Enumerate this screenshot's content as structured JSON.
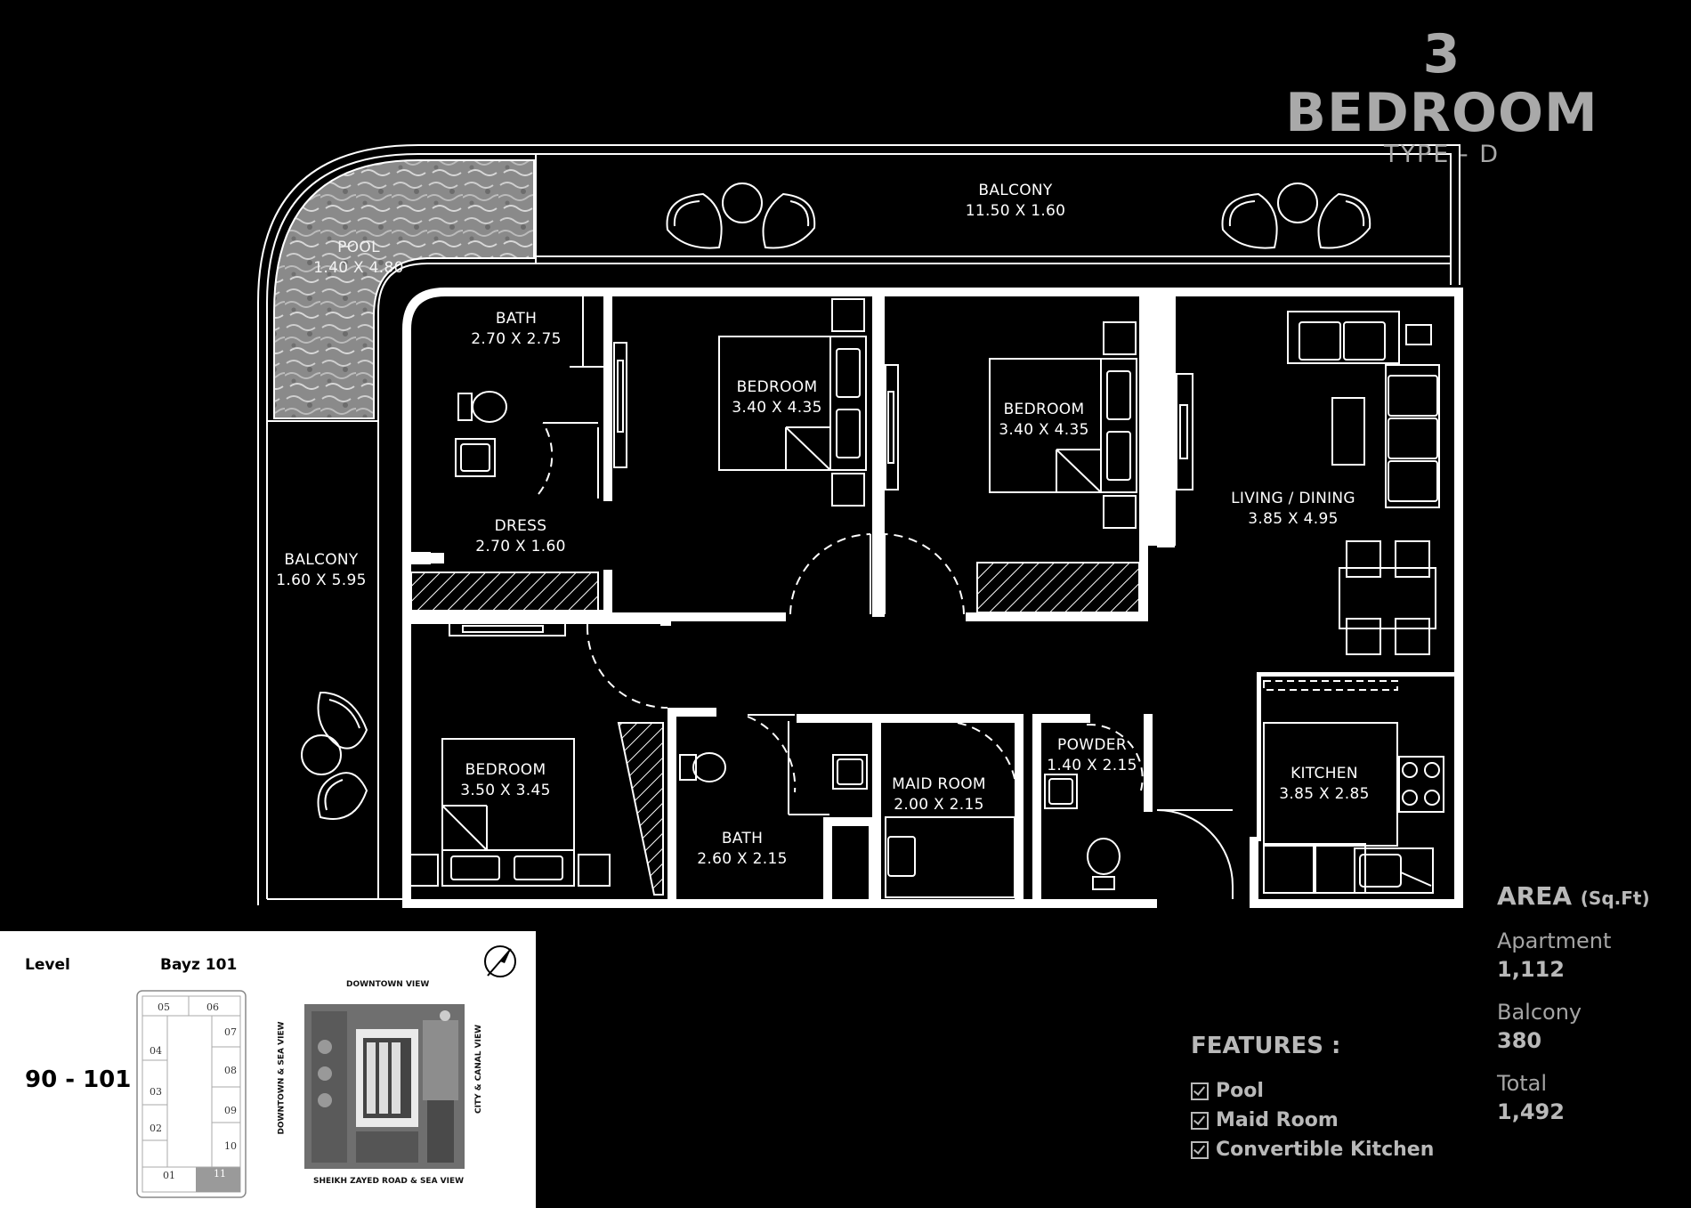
{
  "title": {
    "main": "3 BEDROOM",
    "sub": "TYPE - D"
  },
  "rooms": [
    {
      "id": "balcony-top",
      "name": "BALCONY",
      "dims": "11.50 X 1.60"
    },
    {
      "id": "pool",
      "name": "POOL",
      "dims": "1.40 X 4.80"
    },
    {
      "id": "bath-1",
      "name": "BATH",
      "dims": "2.70 X 2.75"
    },
    {
      "id": "bedroom-1",
      "name": "BEDROOM",
      "dims": "3.40 X 4.35"
    },
    {
      "id": "bedroom-2",
      "name": "BEDROOM",
      "dims": "3.40 X 4.35"
    },
    {
      "id": "living-dining",
      "name": "LIVING / DINING",
      "dims": "3.85 X 4.95"
    },
    {
      "id": "dress",
      "name": "DRESS",
      "dims": "2.70 X 1.60"
    },
    {
      "id": "balcony-left",
      "name": "BALCONY",
      "dims": "1.60 X 5.95"
    },
    {
      "id": "bedroom-3",
      "name": "BEDROOM",
      "dims": "3.50 X 3.45"
    },
    {
      "id": "bath-2",
      "name": "BATH",
      "dims": "2.60 X 2.15"
    },
    {
      "id": "maid-room",
      "name": "MAID ROOM",
      "dims": "2.00 X 2.15"
    },
    {
      "id": "powder",
      "name": "POWDER",
      "dims": "1.40 X 2.15"
    },
    {
      "id": "kitchen",
      "name": "KITCHEN",
      "dims": "3.85 X 2.85"
    }
  ],
  "area": {
    "heading": "AREA",
    "unit": "(Sq.Ft)",
    "items": [
      {
        "label": "Apartment",
        "value": "1,112"
      },
      {
        "label": "Balcony",
        "value": "380"
      },
      {
        "label": "Total",
        "value": "1,492"
      }
    ]
  },
  "features": {
    "heading": "FEATURES :",
    "items": [
      "Pool",
      "Maid Room",
      "Convertible Kitchen"
    ]
  },
  "key_plan": {
    "level_label": "Level",
    "level_value": "90 - 101",
    "building": "Bayz 101",
    "units": [
      "05",
      "06",
      "07",
      "04",
      "08",
      "03",
      "09",
      "02",
      "10",
      "01",
      "11"
    ],
    "highlighted_unit": "11",
    "views": {
      "top": "DOWNTOWN VIEW",
      "left": "DOWNTOWN & SEA VIEW",
      "right": "CITY & CANAL VIEW",
      "bottom": "SHEIKH ZAYED ROAD & SEA VIEW"
    }
  }
}
